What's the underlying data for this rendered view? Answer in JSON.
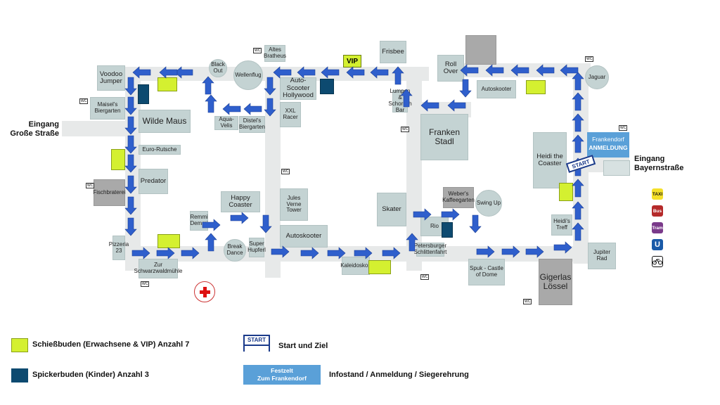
{
  "map": {
    "entrances": {
      "west_line1": "Eingang",
      "west_line2": "Große Straße",
      "east_line1": "Eingang",
      "east_line2": "Bayernstraße"
    },
    "attractions": {
      "voodoo": "Voodoo Jumper",
      "maisel": "Maisel's Biergarten",
      "wilde_maus": "Wilde Maus",
      "euro_rutsche": "Euro-Rutsche",
      "predator": "Predator",
      "fischbraterei": "Fischbraterei",
      "pizzeria": "Pizzeria 23",
      "zur_schwarz": "Zur Schwarzwaldmühle",
      "remmi": "Remmi Demmi",
      "happy": "Happy Coaster",
      "break_dance": "Break Dance",
      "super_hupferl": "Super Hupferl",
      "jules": "Jules Verne Tower",
      "autoskooter_mid": "Autoskooter",
      "black_out": "Black Out",
      "wellenflug": "Wellenflug",
      "altes_bratheus": "Altes Bratheus",
      "aqua_velis": "Aqua-Velis",
      "distels": "Distel's Biergarten",
      "auto_scooter": "Auto-Scooter Hollywood",
      "xxl": "XXL Racer",
      "vip": "VIP",
      "frisbee": "Frisbee",
      "lumpen": "Lumpen & Schorsch Bar",
      "roll_over": "Roll Over",
      "autoskooter_right": "Autoskooter",
      "franken_stadl": "Franken Stadl",
      "skater": "Skater",
      "weber": "Weber's Kaffeegarten",
      "swing_up": "Swing Up",
      "rio": "Rio",
      "petersburger": "Petersburger Schlittenfahrt",
      "kaleidoskop": "Kaleidoskop",
      "spuk": "Spuk - Castle of Dome",
      "gigerlas": "Gigerlas Lössel",
      "jupiter": "Jupiter Rad",
      "heidis_treff": "Heidi's Treff",
      "heidi_coaster": "Heidi the Coaster",
      "jaguar": "Jaguar",
      "frankendorf": "Frankendorf",
      "anmeldung": "ANMELDUNG",
      "red_cross": "BAYERISCHES ROTES KREUZ"
    },
    "start_sign": "START",
    "toilet": "WC"
  },
  "transport": [
    {
      "label": "TAXI",
      "bg": "#f5e02a",
      "fg": "#111111"
    },
    {
      "label": "Bus",
      "bg": "#b52a2a",
      "fg": "#ffffff"
    },
    {
      "label": "Tram",
      "bg": "#7a3a8a",
      "fg": "#ffffff"
    },
    {
      "label": "U",
      "bg": "#1a5aa8",
      "fg": "#ffffff"
    },
    {
      "label": "bike-icon",
      "bg": "#ffffff",
      "fg": "#111111"
    }
  ],
  "legend": {
    "shoot_label": "Schießbuden (Erwachsene & VIP) Anzahl 7",
    "kid_label": "Spickerbuden (Kinder) Anzahl 3",
    "start_label": "Start und Ziel",
    "start_sign": "START",
    "info_box_line1": "Festzelt",
    "info_box_line2": "Zum Frankendorf",
    "info_label": "Infostand / Anmeldung / Siegerehrung"
  },
  "colors": {
    "shoot": "#d4f030",
    "kid": "#0d4a70",
    "arrow": "#2f5fcc",
    "info": "#5aa0d8",
    "building": "#c4d3d3"
  }
}
